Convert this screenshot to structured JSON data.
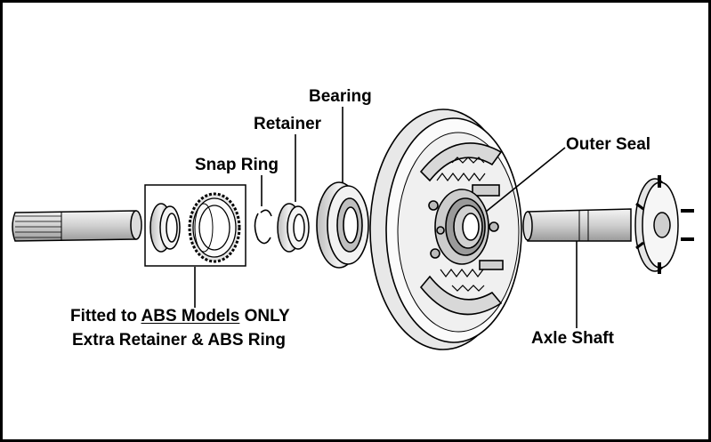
{
  "labels": {
    "bearing": "Bearing",
    "retainer": "Retainer",
    "snap_ring": "Snap Ring",
    "outer_seal": "Outer Seal",
    "axle_shaft": "Axle Shaft",
    "abs_note": {
      "line1_prefix": "Fitted to ",
      "line1_emph": "ABS Models",
      "line1_suffix": " ONLY",
      "line2": "Extra Retainer & ABS Ring"
    }
  },
  "colors": {
    "line": "#000000",
    "shade": "#dcdcdc",
    "dark": "#555555",
    "background": "#ffffff"
  }
}
